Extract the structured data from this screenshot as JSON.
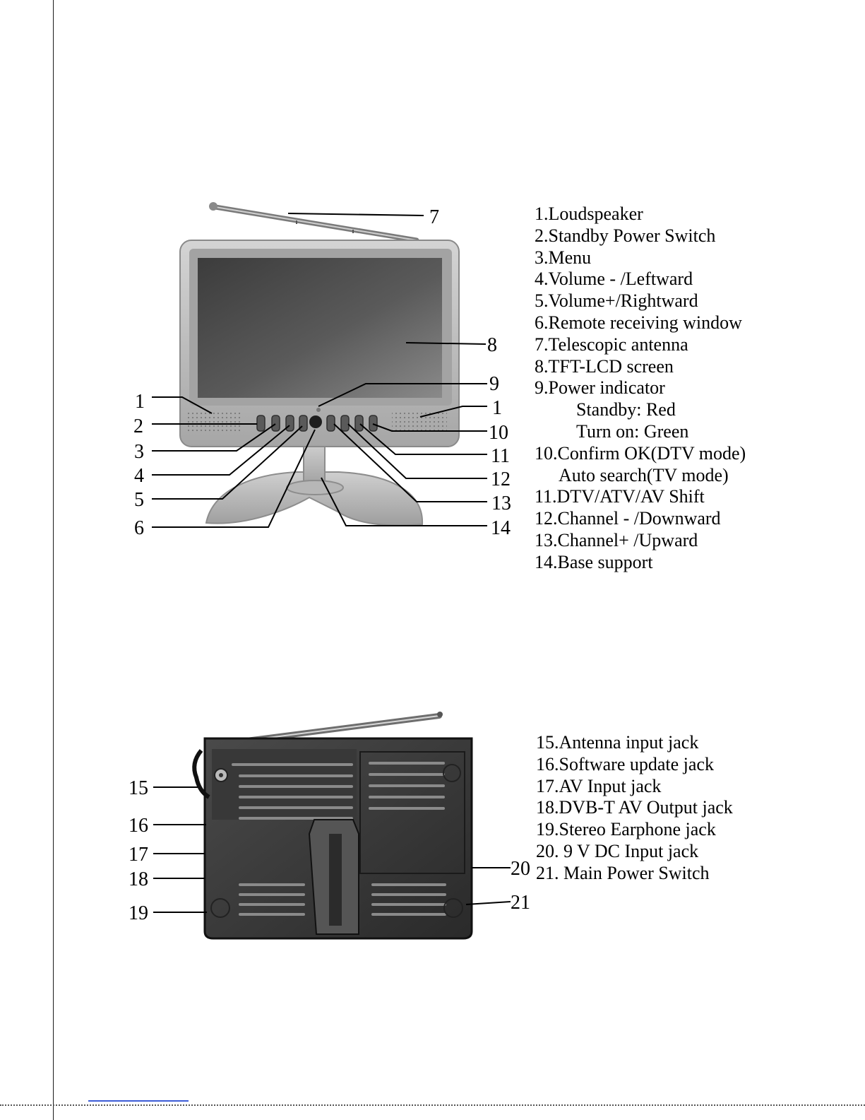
{
  "front_view": {
    "legend": [
      "1.Loudspeaker",
      "2.Standby Power Switch",
      "3.Menu",
      "4.Volume - /Leftward",
      "5.Volume+/Rightward",
      "6.Remote receiving window",
      "7.Telescopic antenna",
      "8.TFT-LCD  screen",
      "9.Power indicator",
      "Standby: Red",
      "Turn on: Green",
      "10.Confirm  OK(DTV mode)",
      "Auto search(TV mode)",
      "11.DTV/ATV/AV Shift",
      "12.Channel - /Downward",
      "13.Channel+ /Upward",
      "14.Base support"
    ],
    "callouts": [
      "1",
      "2",
      "3",
      "4",
      "5",
      "6",
      "7",
      "8",
      "9",
      "1",
      "10",
      "11",
      "12",
      "13",
      "14"
    ]
  },
  "rear_view": {
    "legend": [
      "15.Antenna input jack",
      "16.Software update jack",
      "17.AV Input  jack",
      "18.DVB-T  AV Output jack",
      "19.Stereo Earphone jack",
      "20. 9 V DC Input jack",
      "21. Main Power Switch"
    ],
    "callouts": [
      "15",
      "16",
      "17",
      "18",
      "19",
      "20",
      "21"
    ]
  }
}
